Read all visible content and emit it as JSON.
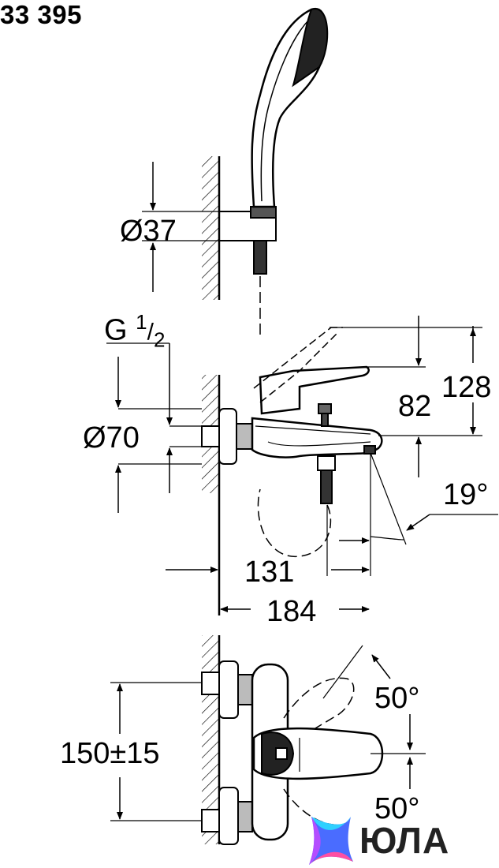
{
  "model_number": "33 395",
  "dimensions": {
    "handle_diameter": "Ø37",
    "thread_g": "G",
    "thread_num": "1",
    "thread_den": "2",
    "body_diameter": "Ø70",
    "height_82": "82",
    "height_128": "128",
    "spout_angle": "19°",
    "depth_131": "131",
    "depth_184": "184",
    "centers": "150±15",
    "lever_angle_top": "50°",
    "lever_angle_bottom": "50°"
  },
  "watermark": {
    "text": "ЮЛА",
    "colors": [
      "#ff4fa3",
      "#4a6cff",
      "#2fd0ff",
      "#b44dff"
    ]
  }
}
